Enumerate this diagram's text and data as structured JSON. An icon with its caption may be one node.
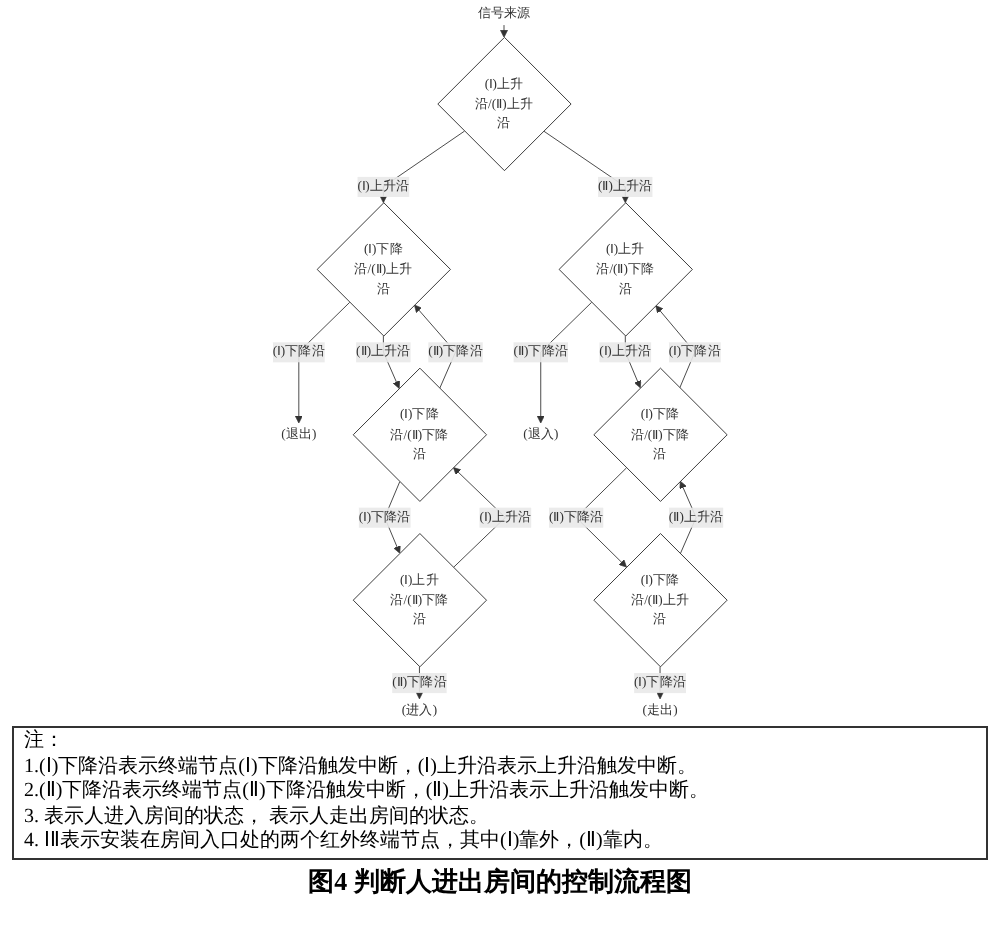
{
  "diagram": {
    "caption": "图4 判断人进出房间的控制流程图",
    "nodes": [
      {
        "text": [
          "信号来源"
        ]
      },
      {
        "text": [
          "(Ⅰ)上升沿/(Ⅱ)上升沿"
        ]
      },
      {
        "text": [
          "(Ⅰ)下降沿/(Ⅱ)上升沿"
        ]
      },
      {
        "text": [
          "(退出)"
        ]
      },
      {
        "text": [
          "(Ⅰ)下降沿/(Ⅱ)下降沿"
        ]
      },
      {
        "text": [
          "(Ⅰ)上升沿/(Ⅱ)下降沿"
        ]
      },
      {
        "text": [
          "(进入)"
        ]
      },
      {
        "text": [
          "(Ⅰ)上升沿/(Ⅱ)下降沿"
        ]
      },
      {
        "text": [
          "(退入)"
        ]
      },
      {
        "text": [
          "(Ⅰ)下降沿/(Ⅱ)下降沿"
        ]
      },
      {
        "text": [
          "(Ⅰ)下降沿/(Ⅱ)上升沿"
        ]
      },
      {
        "text": [
          "(走出)"
        ]
      }
    ],
    "edges": [
      {
        "from": 0,
        "to": 1,
        "arrow": "to"
      },
      {
        "from": 1,
        "to": 2,
        "arrow": "to",
        "label": "(Ⅰ)上升沿"
      },
      {
        "from": 1,
        "to": 7,
        "arrow": "to",
        "label": "(Ⅱ)上升沿"
      },
      {
        "from": 2,
        "to": 3,
        "arrow": "to",
        "label": "(Ⅰ)下降沿"
      },
      {
        "from": 2,
        "to": 4,
        "arrow": "to",
        "label": "(Ⅱ)上升沿"
      },
      {
        "from": 4,
        "to": 2,
        "arrow": "to",
        "label": "(Ⅱ)下降沿"
      },
      {
        "from": 4,
        "to": 5,
        "arrow": "to",
        "label": "(Ⅰ)下降沿"
      },
      {
        "from": 5,
        "to": 4,
        "arrow": "to",
        "label": "(Ⅰ)上升沿"
      },
      {
        "from": 5,
        "to": 6,
        "arrow": "to",
        "label": "(Ⅱ)下降沿"
      },
      {
        "from": 7,
        "to": 8,
        "arrow": "to",
        "label": "(Ⅱ)下降沿"
      },
      {
        "from": 7,
        "to": 9,
        "arrow": "to",
        "label": "(Ⅰ)上升沿"
      },
      {
        "from": 9,
        "to": 7,
        "arrow": "to",
        "label": "(Ⅰ)下降沿"
      },
      {
        "from": 9,
        "to": 10,
        "arrow": "to",
        "label": "(Ⅱ)下降沿"
      },
      {
        "from": 10,
        "to": 9,
        "arrow": "to",
        "label": "(Ⅱ)上升沿"
      },
      {
        "from": 10,
        "to": 11,
        "arrow": "to",
        "label": "(Ⅰ)下降沿"
      }
    ],
    "labels": [
      "注：",
      "1.(Ⅰ)下降沿表示终端节点(Ⅰ)下降沿触发中断，(Ⅰ)上升沿表示上升沿触发中断。",
      "2.(Ⅱ)下降沿表示终端节点(Ⅱ)下降沿触发中断，(Ⅱ)上升沿表示上升沿触发中断。",
      "3. 表示人进入房间的状态， 表示人走出房间的状态。",
      "4. ⅠⅡ表示安装在房间入口处的两个红外终端节点，其中(Ⅰ)靠外，(Ⅱ)靠内。"
    ]
  }
}
